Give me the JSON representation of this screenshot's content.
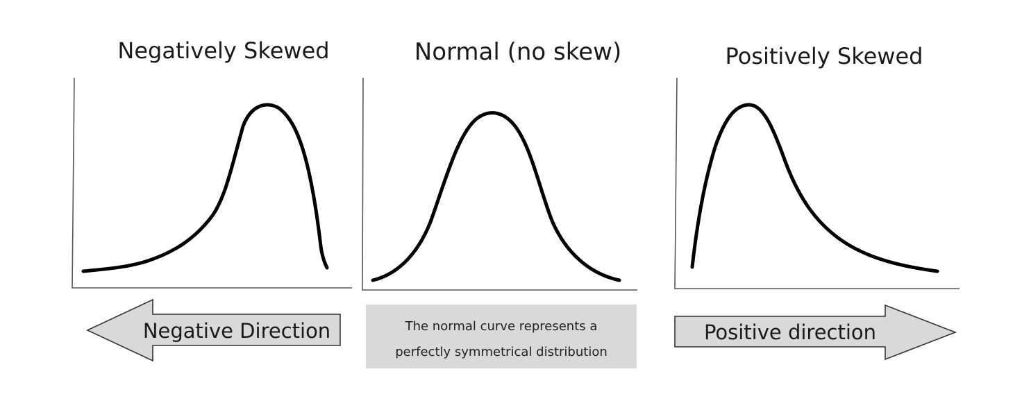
{
  "panels": {
    "negative": {
      "title": "Negatively Skewed",
      "arrow_label": "Negative Direction"
    },
    "normal": {
      "title": "Normal (no skew)",
      "caption_line1": "The normal curve represents a",
      "caption_line2": "perfectly symmetrical distribution"
    },
    "positive": {
      "title": "Positively Skewed",
      "arrow_label": "Positive direction"
    }
  },
  "colors": {
    "curve": "#000000",
    "arrow_fill": "#d9d9d9",
    "caption_fill": "#d9d9d9"
  }
}
